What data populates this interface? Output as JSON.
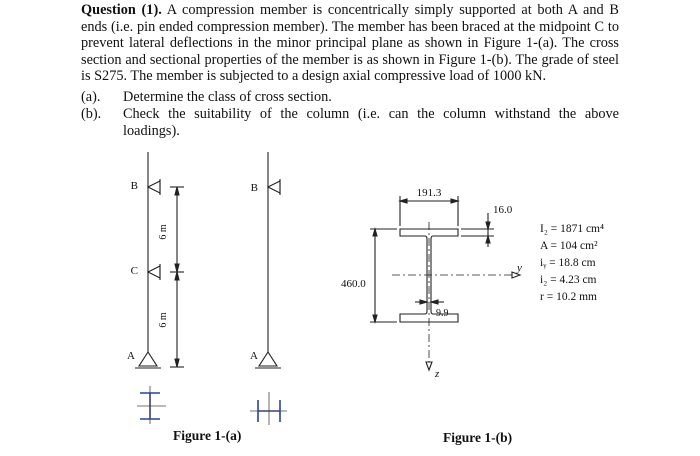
{
  "question": {
    "heading": "Question (1).",
    "body": "A compression member is concentrically simply supported at both A and B ends (i.e. pin ended compression member). The member has been braced at the midpoint C to prevent lateral deflections in the minor principal plane as shown in Figure 1-(a). The cross section and sectional properties of the member is as shown in Figure 1-(b). The grade of steel is S275. The member is subjected to a design axial compressive load of 1000 kN."
  },
  "parts": [
    {
      "label": "(a).",
      "text": "Determine the class of cross section."
    },
    {
      "label": "(b).",
      "text": "Check the suitability of the column (i.e. can the column withstand the above loadings)."
    }
  ],
  "figure_a": {
    "caption": "Figure 1-(a)",
    "left": {
      "top_label": "B",
      "mid_label": "C",
      "bottom_label": "A",
      "span_top": "6 m",
      "span_bottom": "6 m"
    },
    "right": {
      "top_label": "B",
      "bottom_label": "A"
    }
  },
  "figure_b": {
    "caption": "Figure 1-(b)",
    "width": "191.3",
    "flange": "16.0",
    "depth": "460.0",
    "web": "9.9",
    "axis_y": "y",
    "axis_z": "z",
    "props": [
      "I₂ = 1871 cm⁴",
      "A = 104 cm²",
      "iᵧ = 18.8 cm",
      "i₂ = 4.23 cm",
      "r = 10.2 mm"
    ]
  }
}
